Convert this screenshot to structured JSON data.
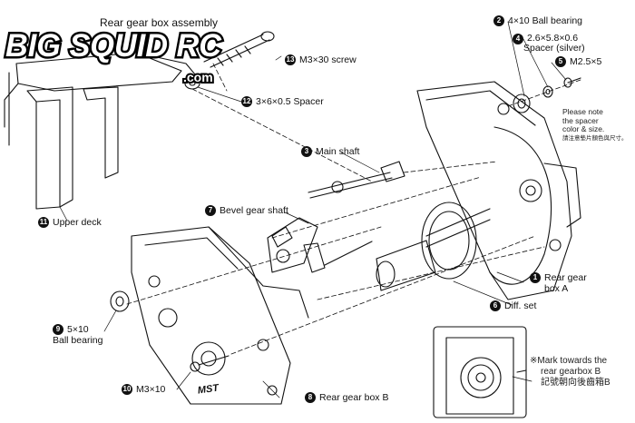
{
  "logo": {
    "main": "BIG SQUID RC",
    "sub": ".com"
  },
  "title": "Rear gear box assembly",
  "parts": [
    {
      "num": "1",
      "text": "Rear gear",
      "text2": "box A"
    },
    {
      "num": "2",
      "text": "4×10 Ball bearing"
    },
    {
      "num": "3",
      "text": "Main shaft"
    },
    {
      "num": "4",
      "text": "2.6×5.8×0.6",
      "text2": "Spacer (silver)"
    },
    {
      "num": "5",
      "text": "M2.5×5"
    },
    {
      "num": "6",
      "text": "Diff. set"
    },
    {
      "num": "7",
      "text": "Bevel gear shaft"
    },
    {
      "num": "8",
      "text": "Rear gear box B"
    },
    {
      "num": "9",
      "text": "5×10",
      "text2": "Ball bearing"
    },
    {
      "num": "10",
      "text": "M3×10"
    },
    {
      "num": "11",
      "text": "Upper deck"
    },
    {
      "num": "12",
      "text": "3×6×0.5 Spacer"
    },
    {
      "num": "13",
      "text": "M3×30 screw"
    }
  ],
  "notes": {
    "spacer": {
      "l1": "Please note",
      "l2": "the spacer",
      "l3": "color & size.",
      "l4": "請注意墊片顏色與尺寸。"
    },
    "mark": {
      "l1": "※Mark towards the",
      "l2": "rear gearbox B",
      "l3": "記號朝向後齒箱B"
    }
  },
  "logo_text": "MST"
}
